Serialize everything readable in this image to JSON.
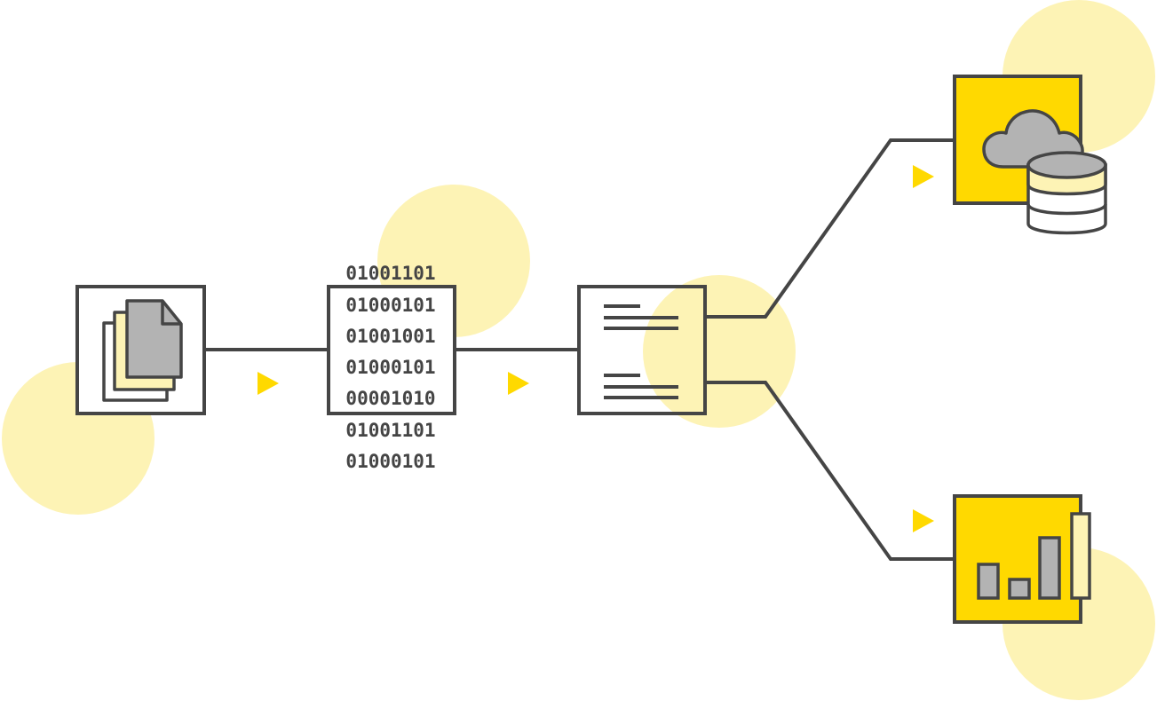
{
  "colors": {
    "background": "#ffffff",
    "stroke": "#454545",
    "accent_yellow": "#ffd900",
    "pale_yellow": "#fdf3b5",
    "gray_fill": "#b3b3b3"
  },
  "binary_lines": [
    "01001101",
    "01000101",
    "01001001",
    "01000101",
    "00001010",
    "01001101",
    "01000101"
  ],
  "nodes": [
    {
      "id": "documents",
      "icon": "document-stack-icon"
    },
    {
      "id": "binary",
      "icon": "binary-data-icon"
    },
    {
      "id": "parsed",
      "icon": "text-lines-icon"
    },
    {
      "id": "storage",
      "icon": "cloud-database-icon"
    },
    {
      "id": "analytics",
      "icon": "bar-chart-icon"
    }
  ],
  "arrows": [
    "arrow-1",
    "arrow-2",
    "arrow-3",
    "arrow-4"
  ]
}
